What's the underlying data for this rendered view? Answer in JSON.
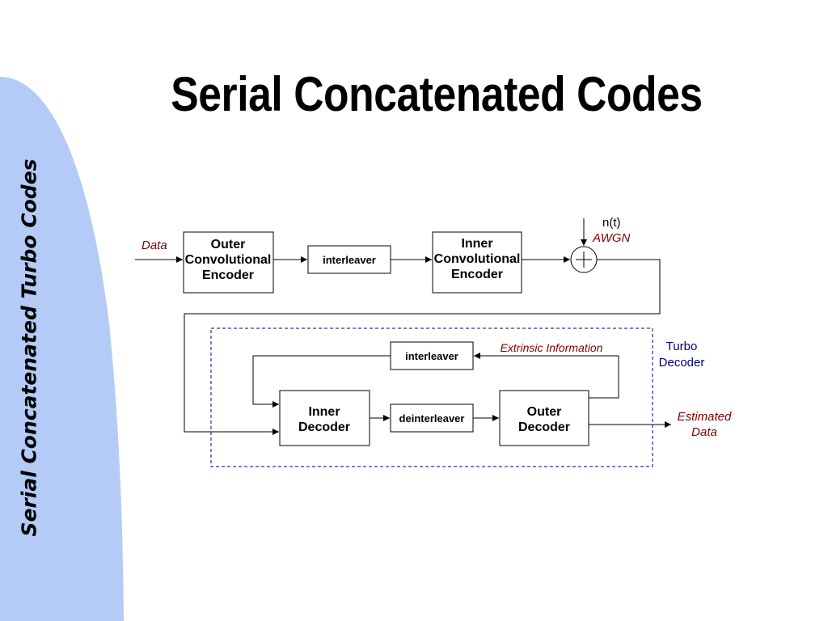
{
  "slide": {
    "title": "Serial Concatenated Codes",
    "side_title": "Serial Concatenated Turbo Codes",
    "colors": {
      "side_panel": "#b4cbf8",
      "dark_red": "#800000",
      "navy": "#000080",
      "dashed_border": "#000080"
    }
  },
  "diagram": {
    "input_label": "Data",
    "outer_encoder": [
      "Outer",
      "Convolutional",
      "Encoder"
    ],
    "interleaver_top": "interleaver",
    "inner_encoder": [
      "Inner",
      "Convolutional",
      "Encoder"
    ],
    "noise": "n(t)",
    "awgn": "AWGN",
    "turbo_decoder": [
      "Turbo",
      "Decoder"
    ],
    "interleaver_feedback": "interleaver",
    "extrinsic": "Extrinsic Information",
    "inner_decoder": [
      "Inner",
      "Decoder"
    ],
    "deinterleaver": "deinterleaver",
    "outer_decoder": [
      "Outer",
      "Decoder"
    ],
    "output": [
      "Estimated",
      "Data"
    ]
  }
}
